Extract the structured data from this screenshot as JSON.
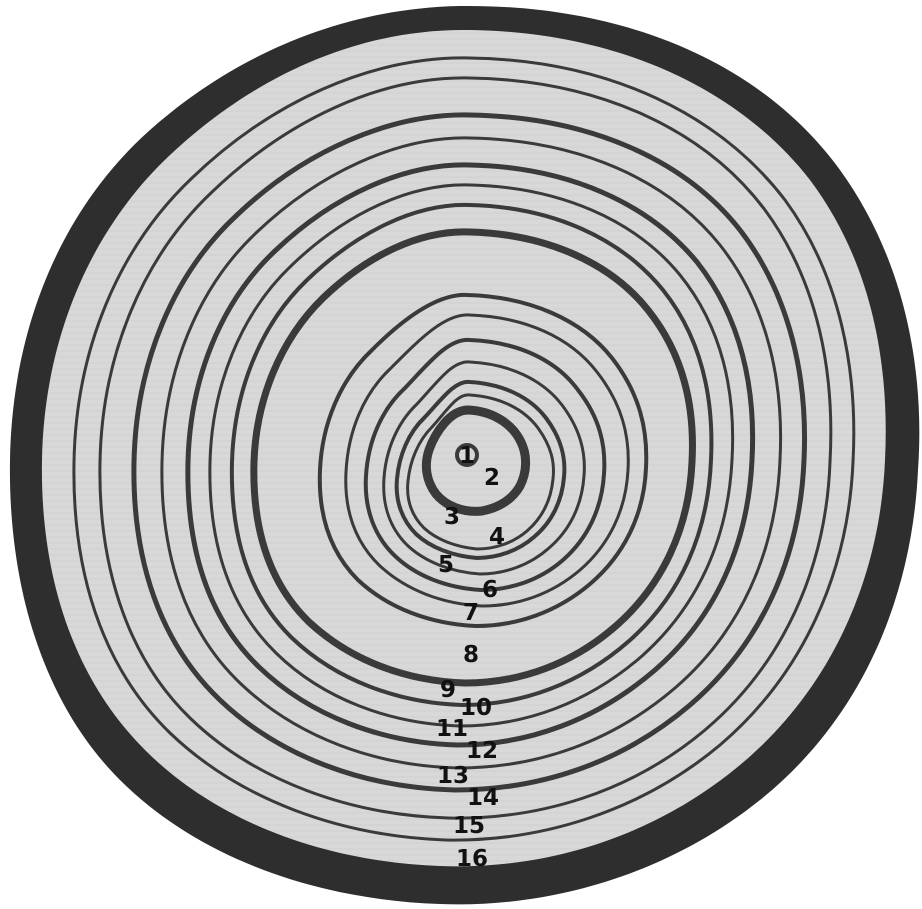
{
  "image": {
    "subject": "tree-trunk-cross-section",
    "colors": {
      "background": "#ffffff",
      "bark": "#2e2e2e",
      "wood": "#d6d6d6",
      "ring": "#3a3a3a",
      "label": "#111111"
    }
  },
  "ring_labels": [
    "1",
    "2",
    "3",
    "4",
    "5",
    "6",
    "7",
    "8",
    "9",
    "10",
    "11",
    "12",
    "13",
    "14",
    "15",
    "16"
  ]
}
